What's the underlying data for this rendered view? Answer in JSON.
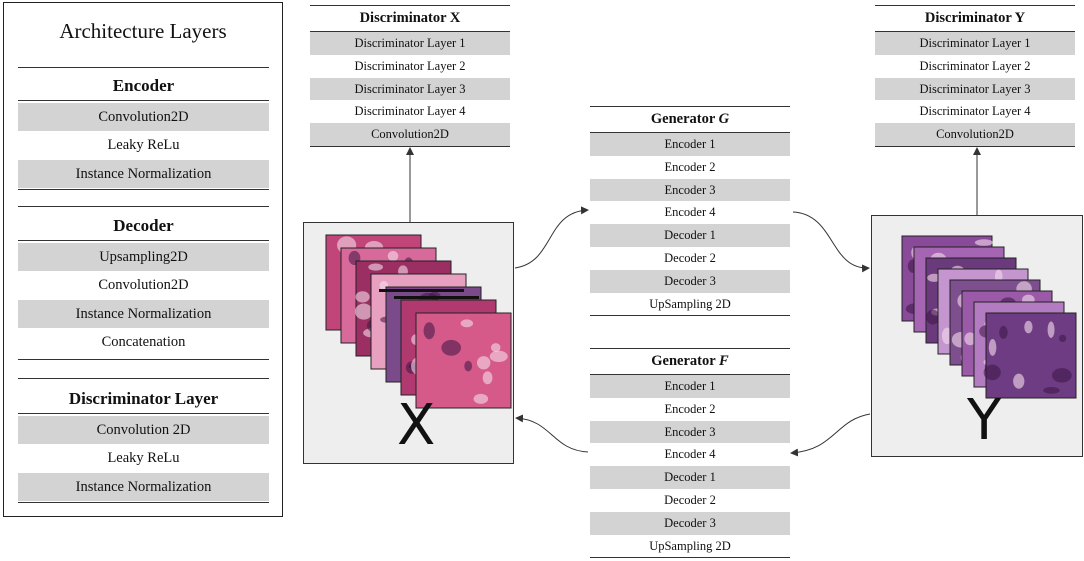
{
  "legend": {
    "title": "Architecture Layers",
    "sections": [
      {
        "heading": "Encoder",
        "rows": [
          "Convolution2D",
          "Leaky ReLu",
          "Instance Normalization"
        ]
      },
      {
        "heading": "Decoder",
        "rows": [
          "Upsampling2D",
          "Convolution2D",
          "Instance Normalization",
          "Concatenation"
        ]
      },
      {
        "heading": "Discriminator Layer",
        "rows": [
          "Convolution 2D",
          "Leaky ReLu",
          "Instance Normalization"
        ]
      }
    ]
  },
  "discriminator_x": {
    "title": "Discriminator X",
    "rows": [
      "Discriminator Layer 1",
      "Discriminator Layer 2",
      "Discriminator Layer 3",
      "Discriminator Layer 4",
      "Convolution2D"
    ]
  },
  "discriminator_y": {
    "title": "Discriminator Y",
    "rows": [
      "Discriminator Layer 1",
      "Discriminator Layer 2",
      "Discriminator Layer 3",
      "Discriminator Layer 4",
      "Convolution2D"
    ]
  },
  "generator_g": {
    "title_prefix": "Generator ",
    "title_symbol": "G",
    "rows": [
      "Encoder 1",
      "Encoder 2",
      "Encoder 3",
      "Encoder 4",
      "Decoder 1",
      "Decoder 2",
      "Decoder 3",
      "UpSampling 2D"
    ]
  },
  "generator_f": {
    "title_prefix": "Generator ",
    "title_symbol": "F",
    "rows": [
      "Encoder 1",
      "Encoder 2",
      "Encoder 3",
      "Encoder 4",
      "Decoder 1",
      "Decoder 2",
      "Decoder 3",
      "UpSampling 2D"
    ]
  },
  "domain_x": {
    "label": "X"
  },
  "domain_y": {
    "label": "Y"
  },
  "colors": {
    "row_shade": "#d3d3d3",
    "image_box_bg": "#eeeeee",
    "tissue_x": [
      "#c2457a",
      "#d76a9a",
      "#9b2f63",
      "#e8a0c0",
      "#7a4a8a",
      "#b03a6f",
      "#d55a8a"
    ],
    "tissue_y": [
      "#8a4a9a",
      "#a565b2",
      "#6b3a7d",
      "#c495cf",
      "#7d4f8e",
      "#9a5aa8",
      "#b37bc0",
      "#6e3c82"
    ]
  }
}
